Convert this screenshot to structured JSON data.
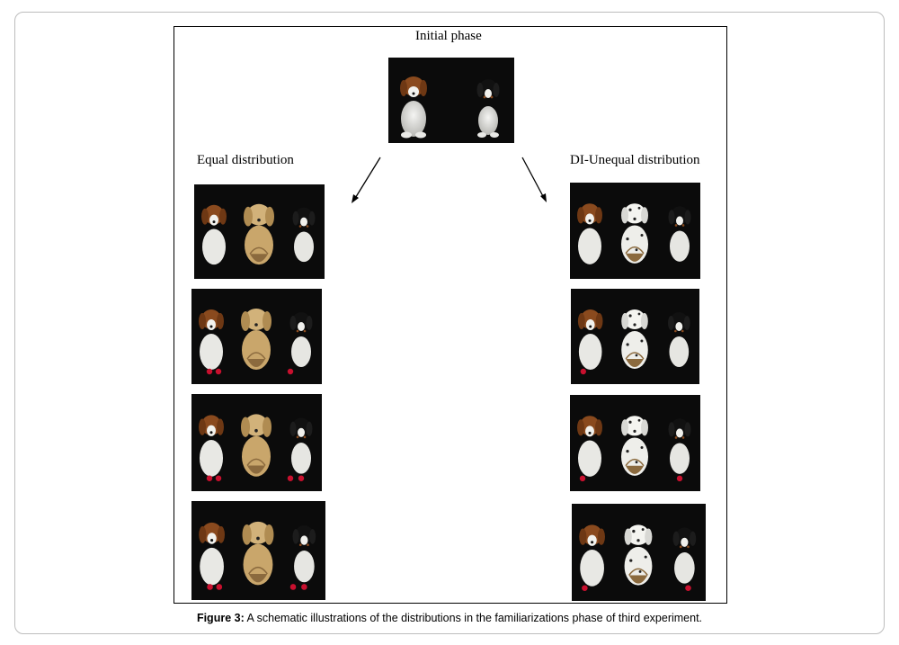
{
  "figure": {
    "initial_label": "Initial phase",
    "left_label": "Equal distribution",
    "right_label": "DI-Unequal distribution",
    "caption_label": "Figure 3:",
    "caption_text": " A schematic illustrations of the distributions in the familiarizations phase of third experiment."
  },
  "photos": {
    "initial": {
      "figure": "two-plush-dogs",
      "background": "#0b0b0b"
    },
    "left": [
      {
        "figure": "three-plush-dogs-golden-puppy-with-basket"
      },
      {
        "figure": "three-plush-dogs-golden-puppy-with-basket"
      },
      {
        "figure": "three-plush-dogs-golden-puppy-with-basket"
      },
      {
        "figure": "three-plush-dogs-golden-puppy-with-basket"
      }
    ],
    "right": [
      {
        "figure": "three-plush-dogs-dalmatian-with-basket"
      },
      {
        "figure": "three-plush-dogs-dalmatian-with-basket"
      },
      {
        "figure": "three-plush-dogs-dalmatian-with-basket"
      },
      {
        "figure": "three-plush-dogs-dalmatian-with-basket"
      }
    ]
  },
  "colors": {
    "photo_bg": "#0b0b0b",
    "stbernard_brown": "#8a4a1e",
    "golden": "#c9a66b",
    "apple_red": "#c8102e"
  }
}
